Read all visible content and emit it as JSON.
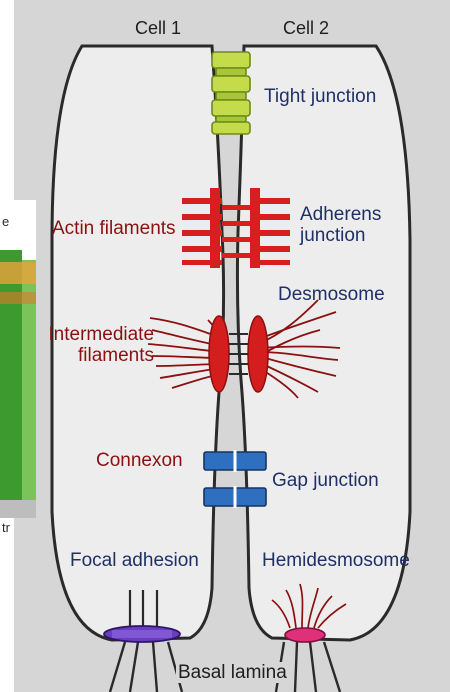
{
  "labels": {
    "cell_1": "Cell 1",
    "cell_2": "Cell 2",
    "tight_junction": "Tight junction",
    "actin_filaments": "Actin filaments",
    "adherens_junction_line1": "Adherens",
    "adherens_junction_line2": "junction",
    "desmosome": "Desmosome",
    "intermediate_filaments_line1": "Intermediate",
    "intermediate_filaments_line2": "filaments",
    "connexon": "Connexon",
    "gap_junction": "Gap junction",
    "focal_adhesion": "Focal adhesion",
    "hemidesmosome": "Hemidesmosome",
    "basal_lamina": "Basal lamina"
  },
  "cropped_fragments": {
    "top": "e",
    "bottom": "tr"
  },
  "colors": {
    "cell_fill": "#ededed",
    "tight_junction": "#c5dc4a",
    "adherens": "#d81f1f",
    "desmosome": "#d41e1e",
    "gap_junction": "#2f6fc0",
    "focal_adhesion": "#6a3dbf",
    "hemidesmosome": "#e0307a",
    "label_red": "#8b1010",
    "label_navy": "#1f3066"
  }
}
